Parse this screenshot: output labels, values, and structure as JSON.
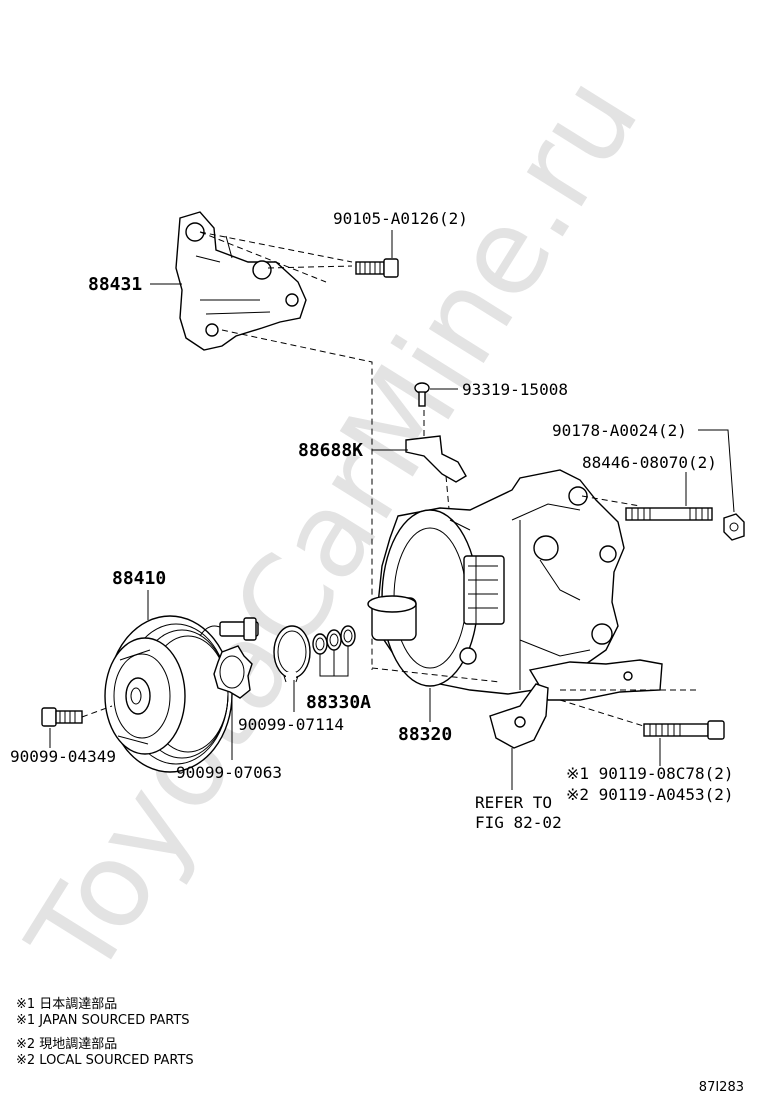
{
  "watermark": "ToyotaCarMine.ru",
  "labels": {
    "p88431": "88431",
    "p90105": "90105-A0126(2)",
    "p93319": "93319-15008",
    "p88688K": "88688K",
    "p90178": "90178-A0024(2)",
    "p88446": "88446-08070(2)",
    "p88410": "88410",
    "p88330A": "88330A",
    "p90099_07114": "90099-07114",
    "p88320": "88320",
    "p90099_04349": "90099-04349",
    "p90099_07063": "90099-07063",
    "p90119_08C78": "※1 90119-08C78(2)",
    "p90119_A0453": "※2 90119-A0453(2)",
    "refer_line1": "REFER TO",
    "refer_line2": "FIG 82-02"
  },
  "notes": [
    "※1 日本調達部品",
    "※1 JAPAN SOURCED PARTS",
    "※2 現地調達部品",
    "※2 LOCAL SOURCED PARTS"
  ],
  "figure_id": "87I283"
}
